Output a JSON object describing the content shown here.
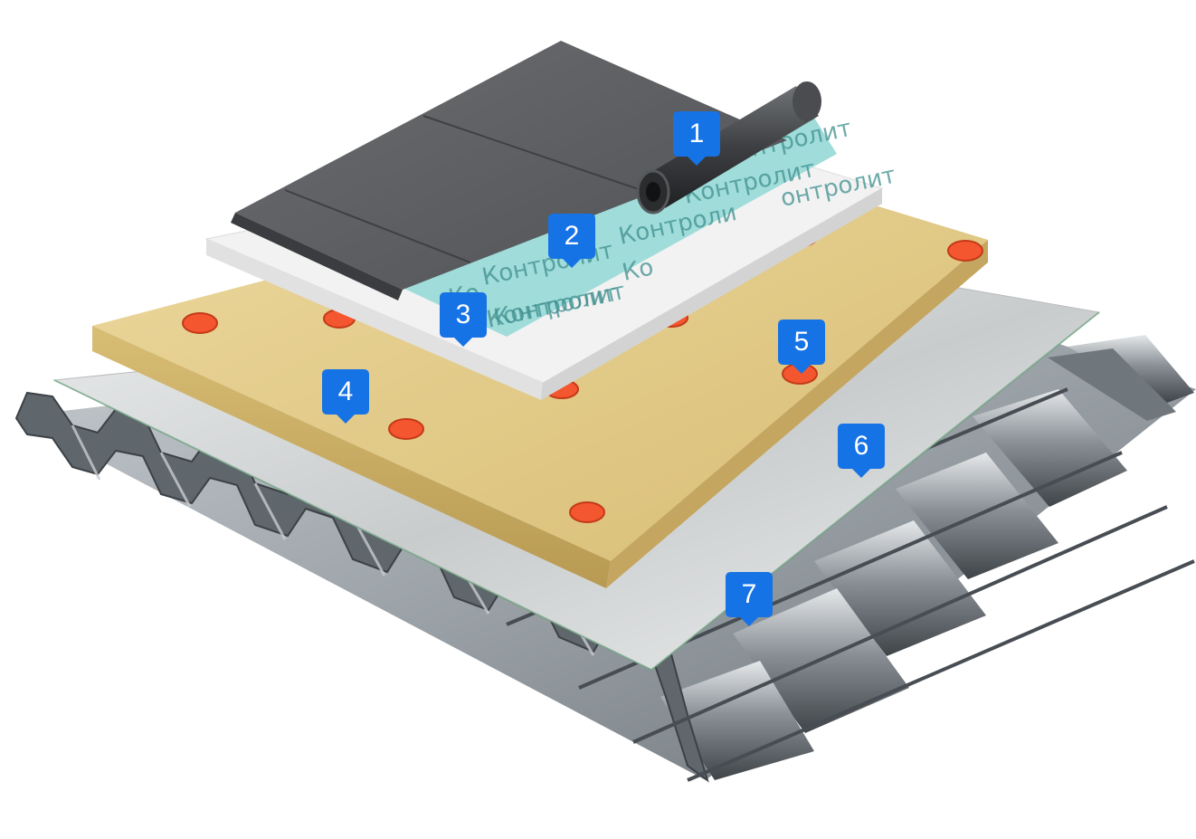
{
  "colors": {
    "membrane": "#5b5d60",
    "membrane_dark": "#47494c",
    "underlay": "#9fdcda",
    "board": "#f1f1f1",
    "wool": "#e2c985",
    "fastener": "#f4562f",
    "vapor_barrier": "#d6d8d8",
    "deck": "#8f959b",
    "marker": "#1673e6"
  },
  "watermark": {
    "text_1": "Контролит",
    "text_2": "Контролит",
    "text_3": "Контролит",
    "text_4": "Контролит",
    "text_5": "Ко",
    "text_6": "Ко",
    "text_7": "Контроли",
    "text_8": "онтролит",
    "text_9": "Контролит"
  },
  "markers": [
    {
      "label": "1"
    },
    {
      "label": "2"
    },
    {
      "label": "3"
    },
    {
      "label": "4"
    },
    {
      "label": "5"
    },
    {
      "label": "6"
    },
    {
      "label": "7"
    }
  ]
}
